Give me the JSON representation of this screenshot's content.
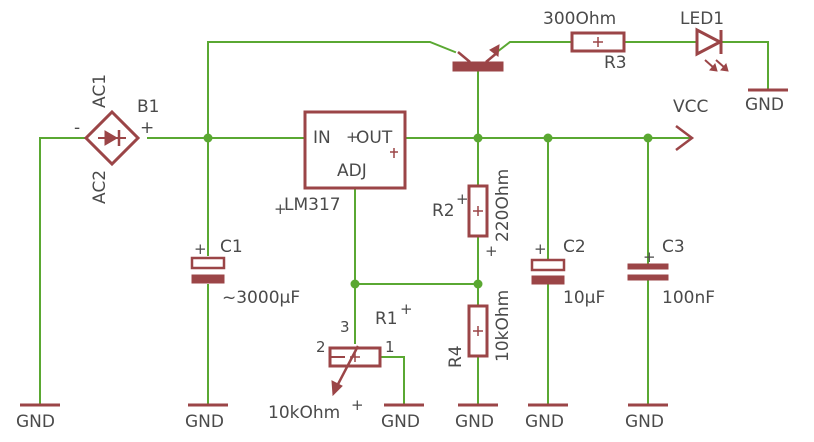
{
  "labels": {
    "b1": "B1",
    "ac1": "AC1",
    "ac2": "AC2",
    "b1_minus": "-",
    "b1_plus": "+",
    "c1": "C1",
    "c1_value": "~3000µF",
    "lm317": "LM317",
    "lm317_in": "IN",
    "lm317_out": "OUT",
    "lm317_adj": "ADJ",
    "r2": "R2",
    "r2_value": "220Ohm",
    "r4": "R4",
    "r4_value": "10kOhm",
    "r1": "R1",
    "r1_value": "10kOhm",
    "r1_pin1": "1",
    "r1_pin2": "2",
    "r1_pin3": "3",
    "c2": "C2",
    "c2_value": "10µF",
    "c3": "C3",
    "c3_value": "100nF",
    "r3": "R3",
    "r3_value": "300Ohm",
    "led1": "LED1",
    "vcc": "VCC",
    "gnd": "GND"
  },
  "colors": {
    "wire": "#5aa832",
    "component": "#9b4547",
    "text": "#4a4a4a"
  }
}
